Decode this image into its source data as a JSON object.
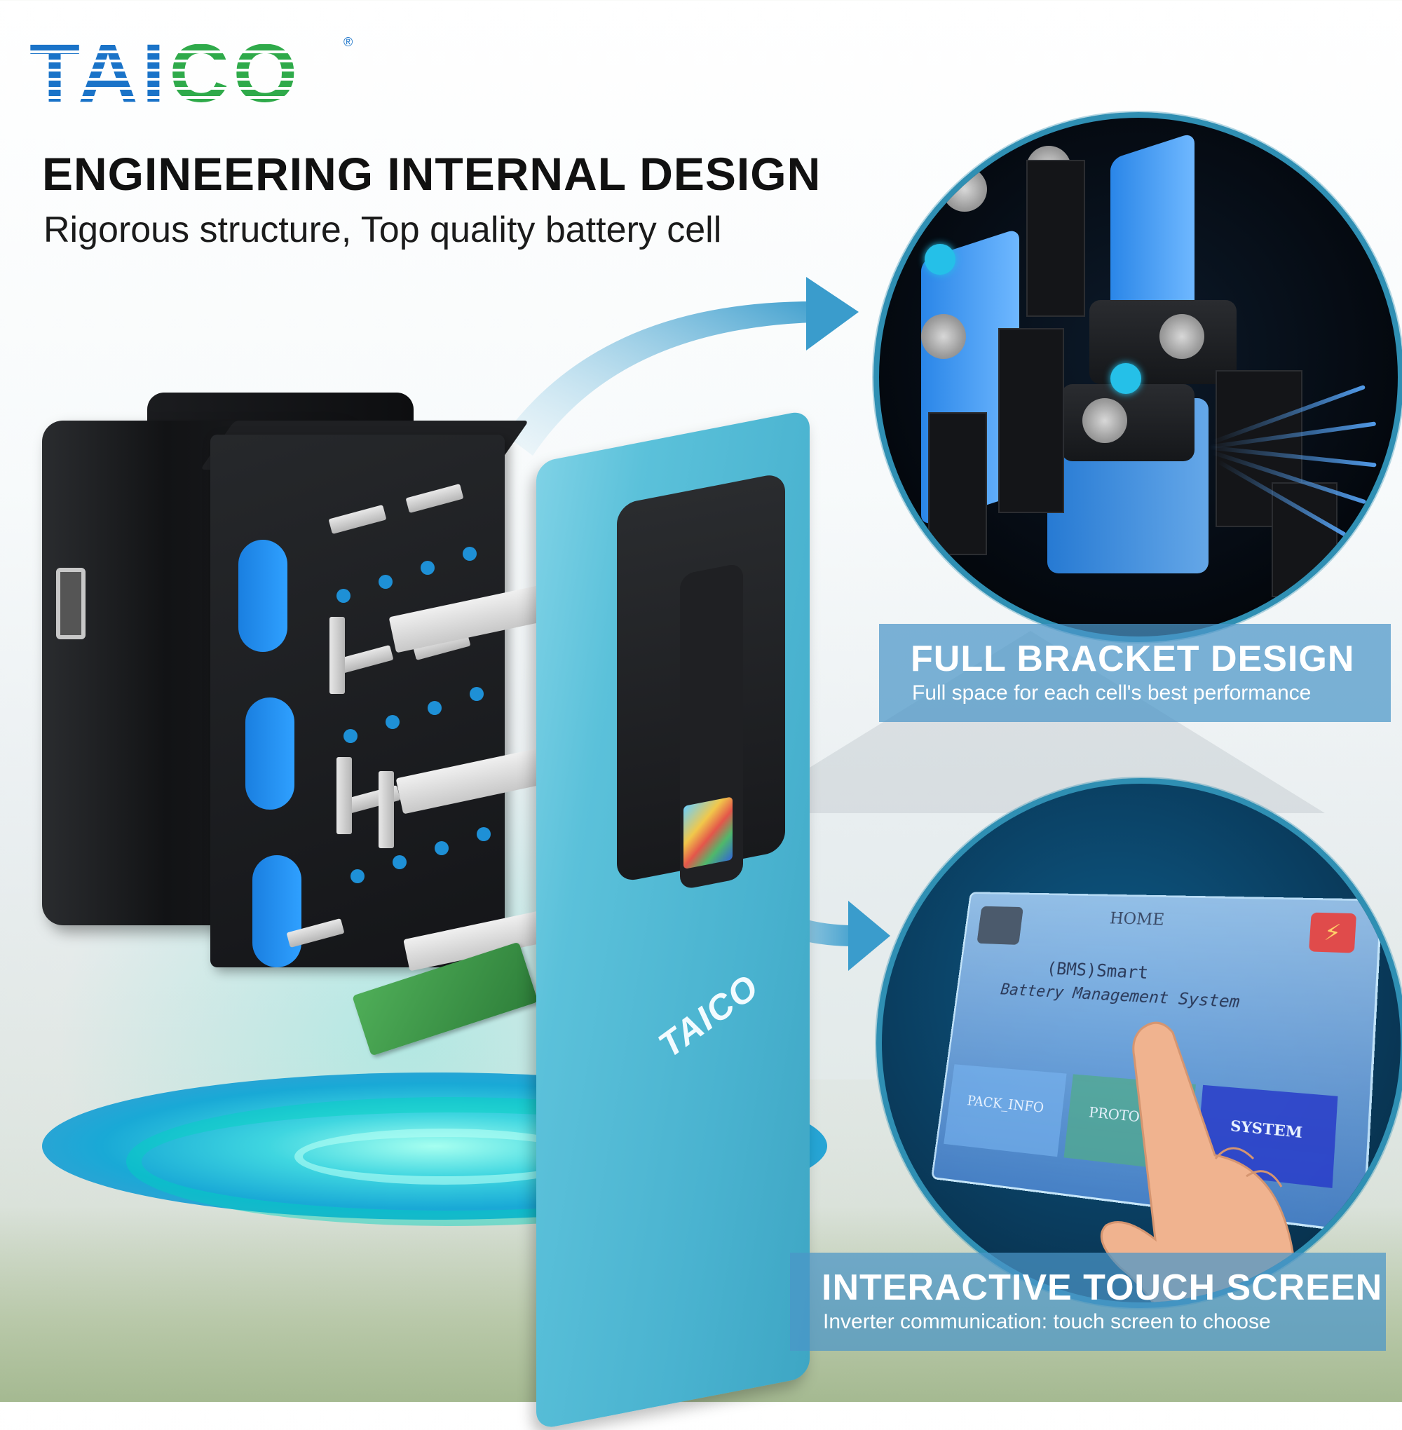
{
  "brand": {
    "logo_text_blue": "TAI",
    "logo_text_green": "CO",
    "registered": "®"
  },
  "header": {
    "title": "ENGINEERING INTERNAL DESIGN",
    "subtitle": "Rigorous structure, Top quality battery cell"
  },
  "features": [
    {
      "title": "FULL BRACKET DESIGN",
      "subtitle": "Full space for each cell's best performance"
    },
    {
      "title": "INTERACTIVE TOUCH SCREEN",
      "subtitle": "Inverter communication: touch screen to choose"
    }
  ],
  "product": {
    "cover_logo": "TAICO"
  },
  "touch_ui": {
    "home_label": "HOME",
    "bms_line1": "(BMS)Smart",
    "bms_line2": "Battery Management System",
    "tabs": [
      "PACK_INFO",
      "PROTOCOL",
      "SYSTEM"
    ]
  },
  "colors": {
    "brand_blue": "#1a73c8",
    "brand_green": "#2faa4a",
    "accent_cyan": "#49b2cf",
    "caption_bg": "#4b96c8"
  },
  "icons": [
    "arrow-right-icon",
    "lightning-icon",
    "grid-icon"
  ]
}
